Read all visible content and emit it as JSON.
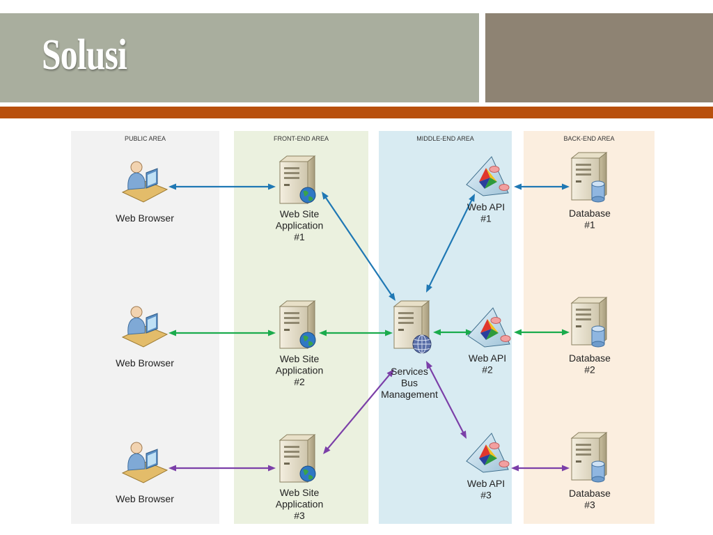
{
  "slide": {
    "title": "Solusi",
    "colors": {
      "title_bar": "#a9ae9e",
      "title_accent": "#8e8373",
      "rule": "#b84f0c"
    }
  },
  "diagram": {
    "zones": [
      {
        "id": "public",
        "label": "PUBLIC AREA",
        "color": "#f2f2f2"
      },
      {
        "id": "front",
        "label": "FRONT-END AREA",
        "color": "#ebf1df"
      },
      {
        "id": "middle",
        "label": "MIDDLE-END AREA",
        "color": "#d8ebf2"
      },
      {
        "id": "back",
        "label": "BACK-END AREA",
        "color": "#fbeedf"
      }
    ],
    "browsers": [
      {
        "id": "b1",
        "lines": [
          "Web Browser"
        ]
      },
      {
        "id": "b2",
        "lines": [
          "Web Browser"
        ]
      },
      {
        "id": "b3",
        "lines": [
          "Web Browser"
        ]
      }
    ],
    "apps": [
      {
        "id": "a1",
        "lines": [
          "Web Site",
          "Application",
          "#1"
        ]
      },
      {
        "id": "a2",
        "lines": [
          "Web Site",
          "Application",
          "#2"
        ]
      },
      {
        "id": "a3",
        "lines": [
          "Web Site",
          "Application",
          "#3"
        ]
      }
    ],
    "bus": {
      "id": "bus",
      "lines": [
        "Services",
        "Bus",
        "Management"
      ]
    },
    "apis": [
      {
        "id": "w1",
        "lines": [
          "Web API",
          "#1"
        ]
      },
      {
        "id": "w2",
        "lines": [
          "Web API",
          "#2"
        ]
      },
      {
        "id": "w3",
        "lines": [
          "Web API",
          "#3"
        ]
      }
    ],
    "databases": [
      {
        "id": "d1",
        "lines": [
          "Database",
          "#1"
        ]
      },
      {
        "id": "d2",
        "lines": [
          "Database",
          "#2"
        ]
      },
      {
        "id": "d3",
        "lines": [
          "Database",
          "#3"
        ]
      }
    ],
    "connections": [
      {
        "from": "b1",
        "to": "a1",
        "color": "#1f78b4"
      },
      {
        "from": "a1",
        "to": "bus",
        "color": "#1f78b4"
      },
      {
        "from": "bus",
        "to": "w1",
        "color": "#1f78b4"
      },
      {
        "from": "w1",
        "to": "d1",
        "color": "#1f78b4"
      },
      {
        "from": "b2",
        "to": "a2",
        "color": "#1aab4c"
      },
      {
        "from": "a2",
        "to": "bus",
        "color": "#1aab4c"
      },
      {
        "from": "bus",
        "to": "w2",
        "color": "#1aab4c"
      },
      {
        "from": "w2",
        "to": "d2",
        "color": "#1aab4c"
      },
      {
        "from": "b3",
        "to": "a3",
        "color": "#7b3fa8"
      },
      {
        "from": "a3",
        "to": "bus",
        "color": "#7b3fa8"
      },
      {
        "from": "bus",
        "to": "w3",
        "color": "#7b3fa8"
      },
      {
        "from": "w3",
        "to": "d3",
        "color": "#7b3fa8"
      }
    ]
  }
}
